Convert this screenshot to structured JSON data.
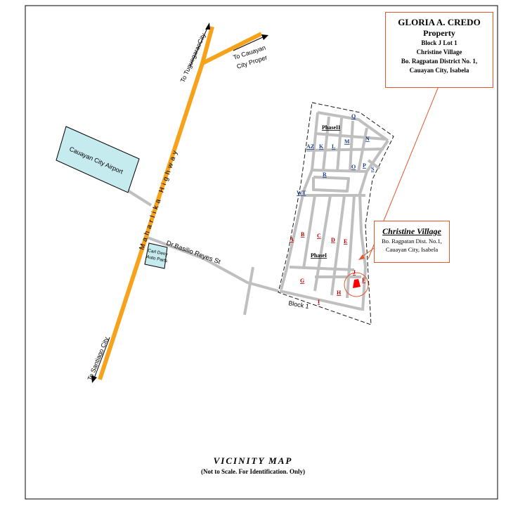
{
  "owner": {
    "name": "GLORIA A. CREDO",
    "type": "Property",
    "lot": "Block J Lot 1",
    "village": "Christine Village",
    "district": "Bo. Ragpatan District No. 1,",
    "city": "Cauayan City, Isabela"
  },
  "village_callout": {
    "title": "Christine Village",
    "line1": "Bo. Ragpatan Dist. No.1,",
    "line2": "Cauayan City, Isabela"
  },
  "labels": {
    "to_tuguegarao": "To TuguegaraoCity",
    "to_cauayan": "To Cauayan",
    "city_proper": "City Proper",
    "airport": "Cauayan City Airport",
    "highway": "Maharlika Highway",
    "basilio": "Dr.Basilio Reyes St",
    "auto_part_1": "Carl Deny",
    "auto_part_2": "Auto Parts",
    "to_santiago": "To Santiago City",
    "phase2": "PhaseII",
    "phase1": "PhaseI",
    "block1": "Block 1"
  },
  "blocks": {
    "A": "A",
    "B": "B",
    "C": "C",
    "D": "D",
    "E": "E",
    "F": "F",
    "G": "G",
    "H": "H",
    "I": "I",
    "J": "J",
    "AZ": "AZ",
    "K": "K",
    "L": "L",
    "M": "M",
    "N": "N",
    "O": "O",
    "P": "P",
    "Q": "Q",
    "R": "R",
    "S": "S",
    "WT": "WT"
  },
  "footer": {
    "title": "VICINITY MAP",
    "subtitle": "(Not to Scale. For Identification. Only)"
  },
  "colors": {
    "highway": "#f7a21b",
    "road": "#bfbfbf",
    "airport": "#c6ebef",
    "callout_border": "#e2582a",
    "property": "#ff0000",
    "block_red": "#c00000",
    "block_blue": "#1f3f8f"
  }
}
